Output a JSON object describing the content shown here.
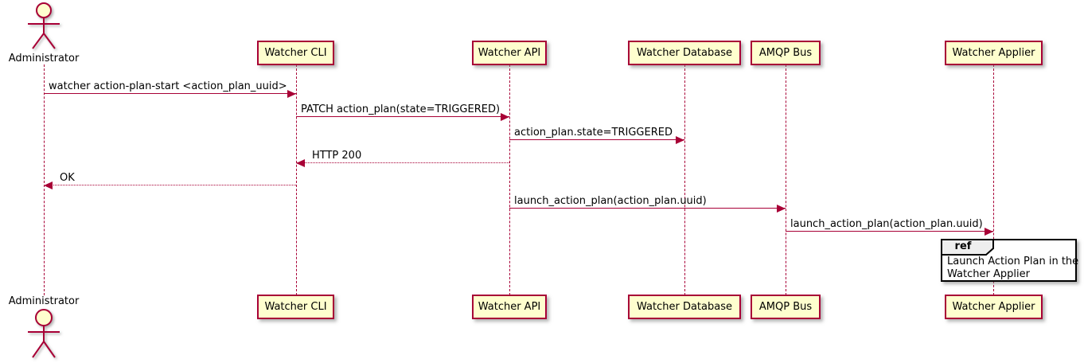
{
  "diagram": {
    "kind": "uml-sequence-diagram"
  },
  "actors": [
    {
      "name": "Administrator"
    }
  ],
  "participants": [
    {
      "name": "Watcher CLI"
    },
    {
      "name": "Watcher API"
    },
    {
      "name": "Watcher Database"
    },
    {
      "name": "AMQP Bus"
    },
    {
      "name": "Watcher Applier"
    }
  ],
  "messages": [
    {
      "from": "Administrator",
      "to": "Watcher CLI",
      "text": "watcher action-plan-start <action_plan_uuid>",
      "line": "solid",
      "direction": "right"
    },
    {
      "from": "Watcher CLI",
      "to": "Watcher API",
      "text": "PATCH action_plan(state=TRIGGERED)",
      "line": "solid",
      "direction": "right"
    },
    {
      "from": "Watcher API",
      "to": "Watcher Database",
      "text": "action_plan.state=TRIGGERED",
      "line": "solid",
      "direction": "right"
    },
    {
      "from": "Watcher API",
      "to": "Watcher CLI",
      "text": "HTTP 200",
      "line": "dotted",
      "direction": "left"
    },
    {
      "from": "Watcher CLI",
      "to": "Administrator",
      "text": "OK",
      "line": "dotted",
      "direction": "left"
    },
    {
      "from": "Watcher API",
      "to": "AMQP Bus",
      "text": "launch_action_plan(action_plan.uuid)",
      "line": "solid",
      "direction": "right"
    },
    {
      "from": "AMQP Bus",
      "to": "Watcher Applier",
      "text": "launch_action_plan(action_plan.uuid)",
      "line": "solid",
      "direction": "right"
    }
  ],
  "ref": {
    "tag": "ref",
    "line1": "Launch Action Plan in the",
    "line2": "Watcher Applier"
  },
  "colors": {
    "participant_fill": "#FEFECE",
    "participant_border": "#A80036",
    "arrow": "#A80036",
    "lifeline": "#A80036",
    "ref_border": "#000000",
    "ref_tag_fill": "#EEEEEE",
    "text": "#000000",
    "background": "#FFFFFF"
  }
}
